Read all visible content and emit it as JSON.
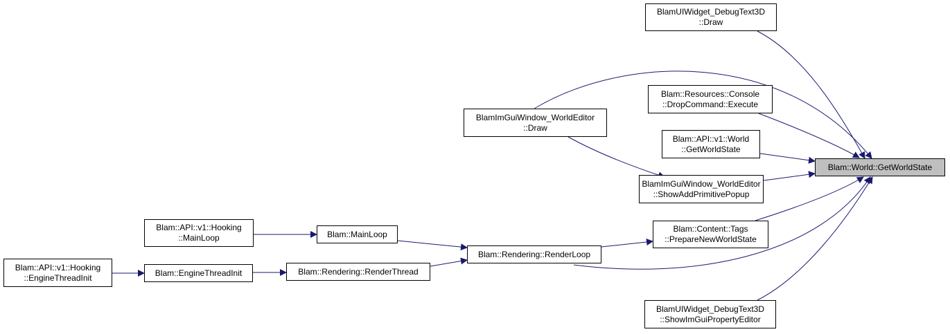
{
  "colors": {
    "edge": "#191970",
    "node_border": "#000000",
    "focus_fill": "#bfbfbf",
    "node_fill": "#ffffff"
  },
  "nodes": {
    "world_getworldstate": {
      "line1": "Blam::World::GetWorldState",
      "line2": ""
    },
    "debugtext3d_draw": {
      "line1": "BlamUIWidget_DebugText3D",
      "line2": "::Draw"
    },
    "worldeditor_draw": {
      "line1": "BlamImGuiWindow_WorldEditor",
      "line2": "::Draw"
    },
    "console_dropcommand": {
      "line1": "Blam::Resources::Console",
      "line2": "::DropCommand::Execute"
    },
    "api_world_getworldstate": {
      "line1": "Blam::API::v1::World",
      "line2": "::GetWorldState"
    },
    "worldeditor_showaddprimitive": {
      "line1": "BlamImGuiWindow_WorldEditor",
      "line2": "::ShowAddPrimitivePopup"
    },
    "tags_preparenewworldstate": {
      "line1": "Blam::Content::Tags",
      "line2": "::PrepareNewWorldState"
    },
    "rendering_renderloop": {
      "line1": "Blam::Rendering::RenderLoop",
      "line2": ""
    },
    "mainloop": {
      "line1": "Blam::MainLoop",
      "line2": ""
    },
    "hooking_mainloop": {
      "line1": "Blam::API::v1::Hooking",
      "line2": "::MainLoop"
    },
    "rendering_renderthread": {
      "line1": "Blam::Rendering::RenderThread",
      "line2": ""
    },
    "enginethreadinit": {
      "line1": "Blam::EngineThreadInit",
      "line2": ""
    },
    "hooking_enginethreadinit": {
      "line1": "Blam::API::v1::Hooking",
      "line2": "::EngineThreadInit"
    },
    "debugtext3d_showimgui": {
      "line1": "BlamUIWidget_DebugText3D",
      "line2": "::ShowImGuiPropertyEditor"
    }
  },
  "edges": [
    {
      "from": "debugtext3d_draw",
      "to": "world_getworldstate"
    },
    {
      "from": "worldeditor_draw",
      "to": "world_getworldstate"
    },
    {
      "from": "console_dropcommand",
      "to": "world_getworldstate"
    },
    {
      "from": "api_world_getworldstate",
      "to": "world_getworldstate"
    },
    {
      "from": "worldeditor_showaddprimitive",
      "to": "world_getworldstate"
    },
    {
      "from": "tags_preparenewworldstate",
      "to": "world_getworldstate"
    },
    {
      "from": "rendering_renderloop",
      "to": "world_getworldstate"
    },
    {
      "from": "debugtext3d_showimgui",
      "to": "world_getworldstate"
    },
    {
      "from": "worldeditor_draw",
      "to": "worldeditor_showaddprimitive"
    },
    {
      "from": "rendering_renderloop",
      "to": "tags_preparenewworldstate"
    },
    {
      "from": "mainloop",
      "to": "rendering_renderloop"
    },
    {
      "from": "rendering_renderthread",
      "to": "rendering_renderloop"
    },
    {
      "from": "hooking_mainloop",
      "to": "mainloop"
    },
    {
      "from": "enginethreadinit",
      "to": "rendering_renderthread"
    },
    {
      "from": "hooking_enginethreadinit",
      "to": "enginethreadinit"
    }
  ]
}
